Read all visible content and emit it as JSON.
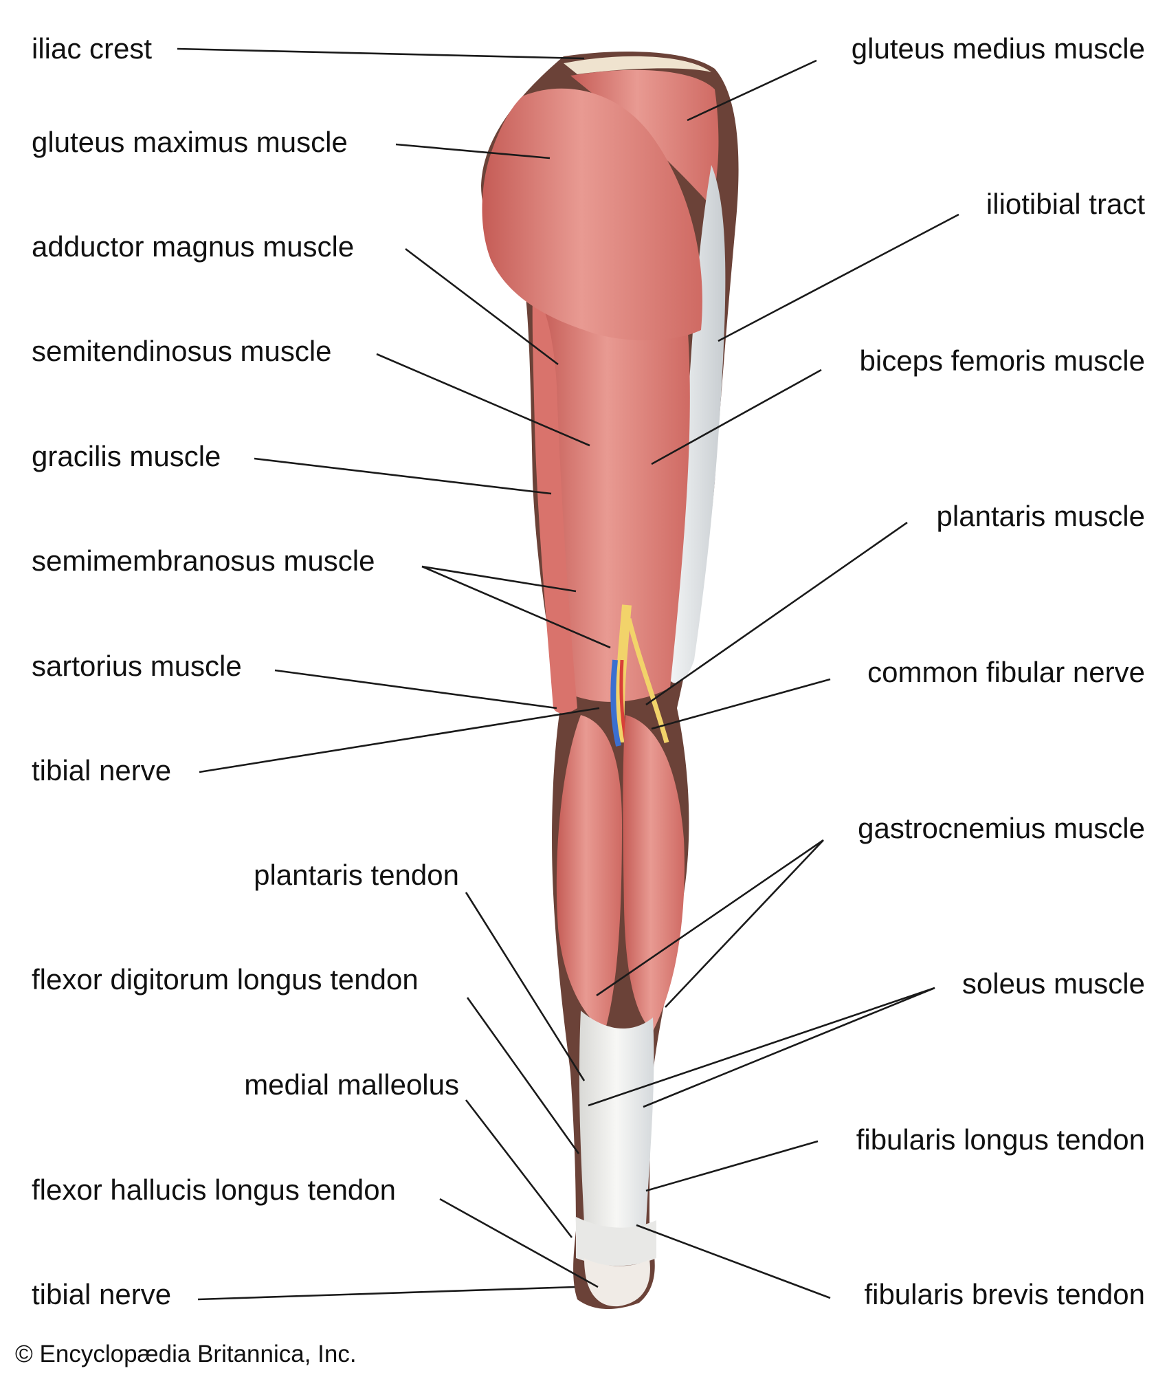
{
  "labels_left": [
    {
      "id": "iliac-crest",
      "text": "iliac crest"
    },
    {
      "id": "gluteus-maximus",
      "text": "gluteus maximus muscle"
    },
    {
      "id": "adductor-magnus",
      "text": "adductor magnus muscle"
    },
    {
      "id": "semitendinosus",
      "text": "semitendinosus muscle"
    },
    {
      "id": "gracilis",
      "text": "gracilis muscle"
    },
    {
      "id": "semimembranosus",
      "text": "semimembranosus muscle"
    },
    {
      "id": "sartorius",
      "text": "sartorius muscle"
    },
    {
      "id": "tibial-nerve-upper",
      "text": "tibial nerve"
    },
    {
      "id": "plantaris-tendon",
      "text": "plantaris tendon"
    },
    {
      "id": "flexor-digitorum-longus-tendon",
      "text": "flexor digitorum longus tendon"
    },
    {
      "id": "medial-malleolus",
      "text": "medial malleolus"
    },
    {
      "id": "flexor-hallucis-longus-tendon",
      "text": "flexor hallucis longus tendon"
    },
    {
      "id": "tibial-nerve-lower",
      "text": "tibial nerve"
    }
  ],
  "labels_right": [
    {
      "id": "gluteus-medius",
      "text": "gluteus medius muscle"
    },
    {
      "id": "iliotibial-tract",
      "text": "iliotibial tract"
    },
    {
      "id": "biceps-femoris",
      "text": "biceps femoris muscle"
    },
    {
      "id": "plantaris-muscle",
      "text": "plantaris muscle"
    },
    {
      "id": "common-fibular-nerve",
      "text": "common fibular nerve"
    },
    {
      "id": "gastrocnemius",
      "text": "gastrocnemius muscle"
    },
    {
      "id": "soleus",
      "text": "soleus muscle"
    },
    {
      "id": "fibularis-longus-tendon",
      "text": "fibularis longus tendon"
    },
    {
      "id": "fibularis-brevis-tendon",
      "text": "fibularis brevis tendon"
    }
  ],
  "credit": "© Encyclopædia Britannica, Inc.",
  "colors": {
    "muscle": "#e0827a",
    "muscle_dark": "#c9605a",
    "tendon": "#eeeeec",
    "skin_edge": "#5a3a33",
    "nerve": "#f2d36a",
    "vein": "#3b6fd0",
    "artery": "#d84038"
  }
}
